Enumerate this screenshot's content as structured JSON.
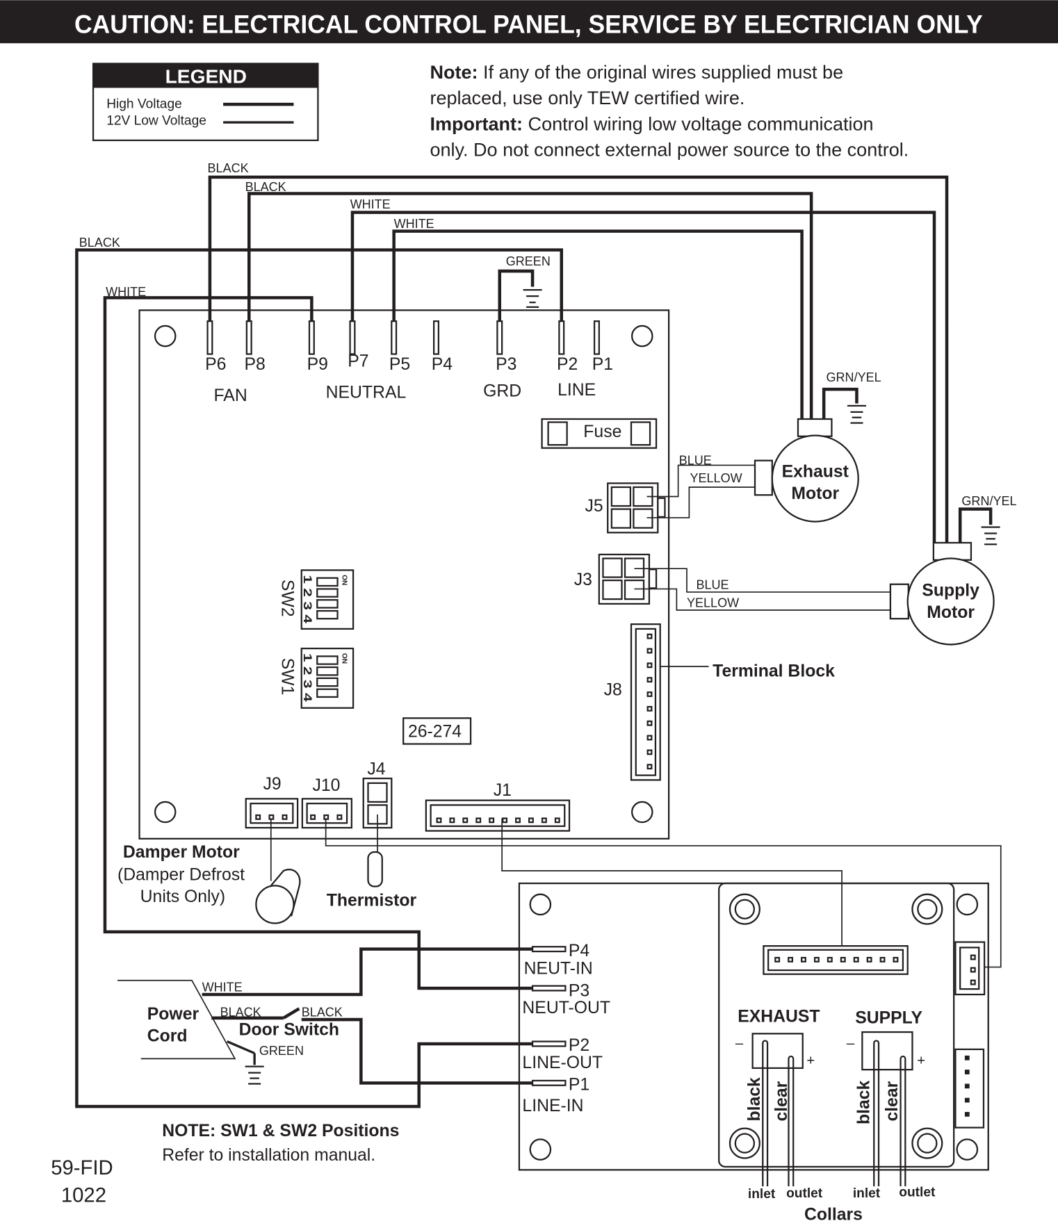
{
  "banner": "CAUTION: ELECTRICAL CONTROL PANEL, SERVICE BY ELECTRICIAN ONLY",
  "legend": {
    "title": "LEGEND",
    "high": "High Voltage",
    "low": "12V Low Voltage"
  },
  "note": {
    "l1_bold": "Note:",
    "l1": " If any of the original wires supplied must be",
    "l2": "replaced, use only TEW certified wire.",
    "l3_bold": "Important:",
    "l3": " Control wiring low voltage communication",
    "l4": "only. Do not connect external power source to the control."
  },
  "wires": {
    "black1": "BLACK",
    "black2": "BLACK",
    "white1": "WHITE",
    "white2": "WHITE",
    "black3": "BLACK",
    "white3": "WHITE",
    "green": "GREEN",
    "grnyel1": "GRN/YEL",
    "grnyel2": "GRN/YEL",
    "blue1": "BLUE",
    "yellow1": "YELLOW",
    "blue2": "BLUE",
    "yellow2": "YELLOW",
    "cord_white": "WHITE",
    "cord_black": "BLACK",
    "sw_black": "BLACK",
    "cord_green": "GREEN"
  },
  "board": {
    "pins": [
      "P6",
      "P8",
      "P9",
      "P7",
      "P5",
      "P4",
      "P3",
      "P2",
      "P1"
    ],
    "groups": [
      "FAN",
      "NEUTRAL",
      "GRD",
      "LINE"
    ],
    "fuse": "Fuse",
    "j5": "J5",
    "j3": "J3",
    "j8": "J8",
    "sw2": "SW2",
    "sw1": "SW1",
    "part": "26-274",
    "j9": "J9",
    "j10": "J10",
    "j4": "J4",
    "j1": "J1",
    "terminal_block": "Terminal Block",
    "on": "ON",
    "sw_nums": "1 2 3 4"
  },
  "exhaust_motor": [
    "Exhaust",
    "Motor"
  ],
  "supply_motor": [
    "Supply",
    "Motor"
  ],
  "damper": {
    "title": "Damper Motor",
    "l2": "(Damper Defrost",
    "l3": "Units Only)"
  },
  "thermistor": "Thermistor",
  "cord": {
    "power": "Power",
    "cord": "Cord",
    "door_switch": "Door Switch"
  },
  "lower": {
    "p4": "P4",
    "neut_in": "NEUT-IN",
    "p3": "P3",
    "neut_out": "NEUT-OUT",
    "p2": "P2",
    "line_out": "LINE-OUT",
    "p1": "P1",
    "line_in": "LINE-IN",
    "exhaust": "EXHAUST",
    "supply": "SUPPLY",
    "minus": "–",
    "plus": "+",
    "black": "black",
    "clear": "clear",
    "inlet": "inlet",
    "outlet": "outlet",
    "collars": "Collars"
  },
  "footer": {
    "note_bold": "NOTE: SW1 & SW2 Positions",
    "note": "Refer to installation manual.",
    "code1": "59-FID",
    "code2": "1022"
  }
}
